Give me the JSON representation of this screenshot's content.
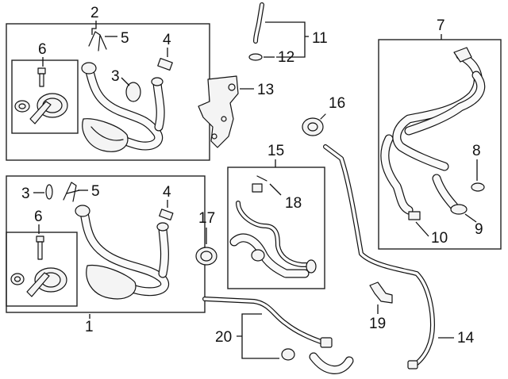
{
  "callouts": {
    "c1": "1",
    "c2": "2",
    "c3a": "3",
    "c3b": "3",
    "c4a": "4",
    "c4b": "4",
    "c5a": "5",
    "c5b": "5",
    "c6a": "6",
    "c6b": "6",
    "c7": "7",
    "c8": "8",
    "c9": "9",
    "c10": "10",
    "c11": "11",
    "c12": "12",
    "c13": "13",
    "c14": "14",
    "c15": "15",
    "c16": "16",
    "c17": "17",
    "c18": "18",
    "c19": "19",
    "c20": "20"
  },
  "colors": {
    "line": "#111111",
    "background": "#ffffff",
    "part_fill": "#f4f4f4"
  }
}
